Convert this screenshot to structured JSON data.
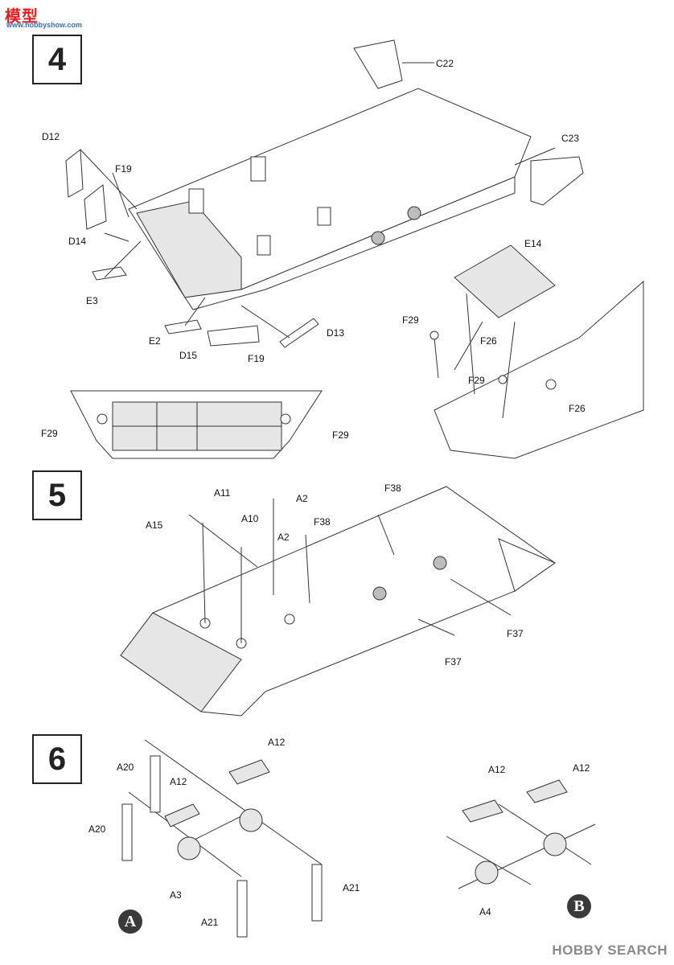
{
  "watermark": {
    "top": "模型",
    "top_sub": "www.hobbyshow.com",
    "bottom": "HOBBY SEARCH"
  },
  "steps": {
    "s4": "4",
    "s5": "5",
    "s6": "6"
  },
  "labels4": [
    "C22",
    "C23",
    "D12",
    "F19",
    "D14",
    "E3",
    "E2",
    "D15",
    "F19",
    "D13",
    "E14",
    "F29",
    "F26",
    "F29",
    "F26",
    "F29",
    "F29"
  ],
  "labels5": [
    "A11",
    "A2",
    "F38",
    "A15",
    "A10",
    "F38",
    "A2",
    "F37",
    "F37"
  ],
  "labels6": [
    "A12",
    "A20",
    "A12",
    "A20",
    "A3",
    "A21",
    "A21",
    "A12",
    "A12",
    "A4"
  ],
  "subassemblies": {
    "a": "A",
    "b": "B"
  },
  "colors": {
    "line": "#333333",
    "box_border": "#222222",
    "watermark_red": "#e02020",
    "watermark_gray": "#8a8a8a"
  }
}
